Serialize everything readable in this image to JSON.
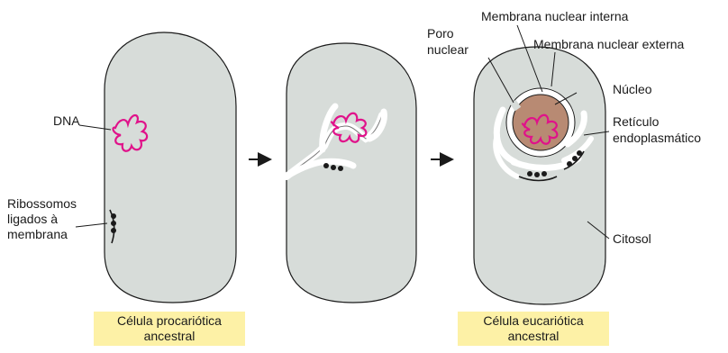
{
  "colors": {
    "cell_fill": "#d7dcd9",
    "cell_stroke": "#1a1a1a",
    "dna": "#e0128a",
    "nucleus_fill": "#b88a73",
    "caption_bg": "#fdf1a6"
  },
  "labels": {
    "dna": "DNA",
    "ribosomes": [
      "Ribossomos",
      "ligados à",
      "membrana"
    ],
    "inner_membrane": "Membrana nuclear interna",
    "outer_membrane": "Membrana nuclear externa",
    "nuclear_pore": [
      "Poro",
      "nuclear"
    ],
    "nucleus": "Núcleo",
    "er": [
      "Retículo",
      "endoplasmático"
    ],
    "cytosol": "Citosol"
  },
  "captions": {
    "prokaryote": [
      "Célula procariótica",
      "ancestral"
    ],
    "eukaryote": [
      "Célula eucariótica",
      "ancestral"
    ]
  },
  "arrows": [
    "right-arrow",
    "right-arrow"
  ]
}
